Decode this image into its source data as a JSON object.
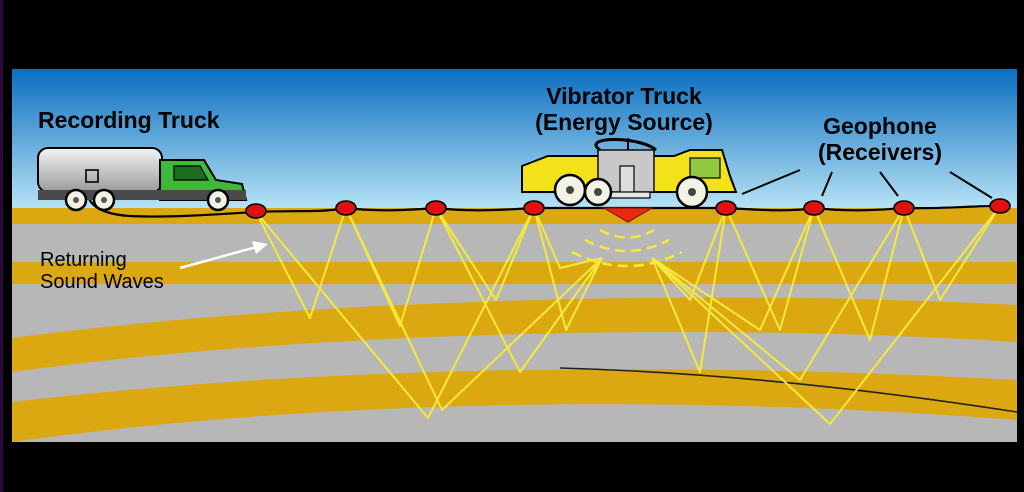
{
  "labels": {
    "recording_truck": "Recording Truck",
    "vibrator_truck": "Vibrator Truck",
    "energy_source": "(Energy Source)",
    "geophone": "Geophone",
    "receivers": "(Receivers)",
    "returning_line1": "Returning",
    "returning_line2": "Sound Waves"
  },
  "colors": {
    "sky_top": "#0a6ec0",
    "sky_bottom": "#b9e4f6",
    "sand": "#dca812",
    "rock": "#b7b7b7",
    "ray": "#f6e93a",
    "geophone": "#e01010",
    "recording_truck_cab": "#3fb93c",
    "vibrator_truck_body": "#f3e21a",
    "energy_arrow": "#e82a10"
  }
}
